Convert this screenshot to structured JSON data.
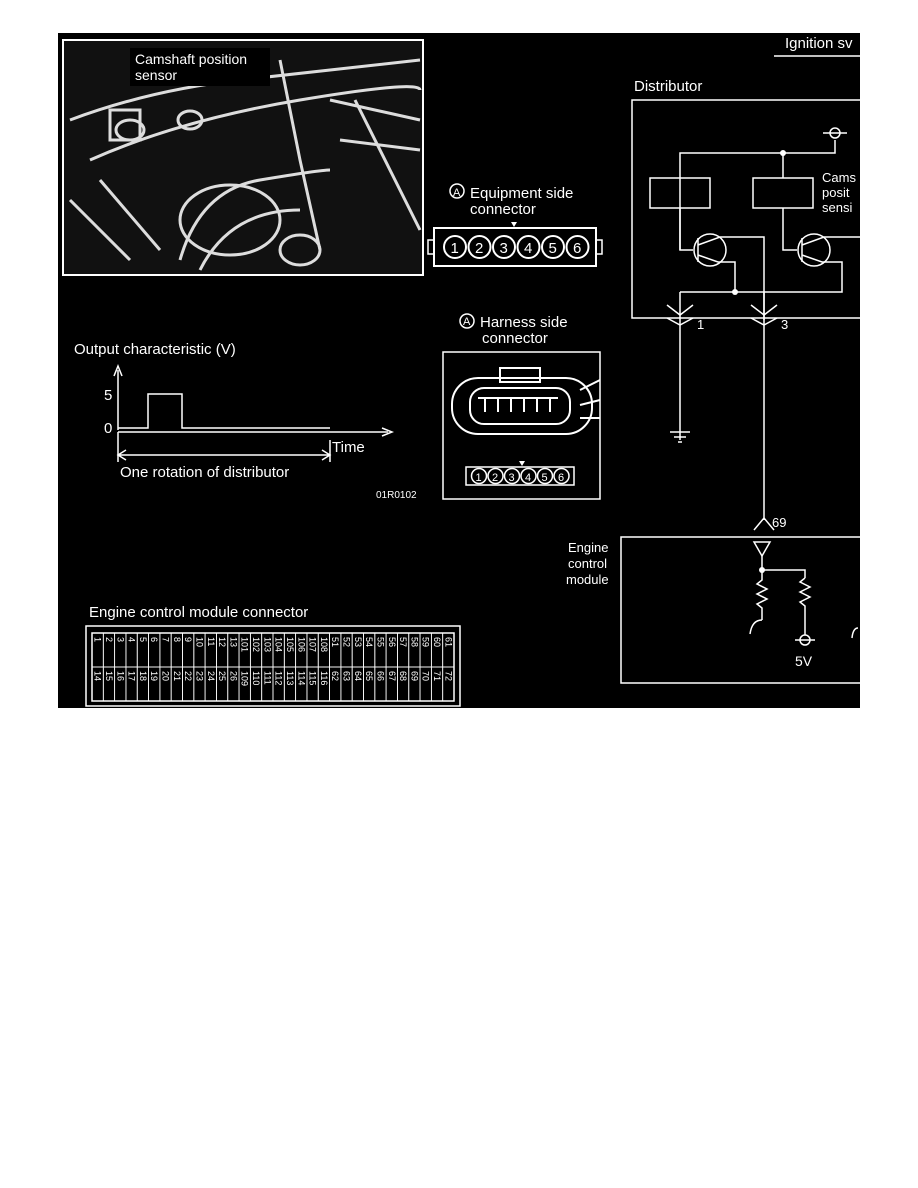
{
  "figure": {
    "photo": {
      "label_line1": "Camshaft position",
      "label_line2": "sensor"
    },
    "equipment_connector": {
      "marker": "A",
      "title_line1": "Equipment side",
      "title_line2": "connector",
      "pins": [
        "1",
        "2",
        "3",
        "4",
        "5",
        "6"
      ]
    },
    "harness_connector": {
      "marker": "A",
      "title_line1": "Harness side",
      "title_line2": "connector",
      "pins": [
        "1",
        "2",
        "3",
        "4",
        "5",
        "6"
      ]
    },
    "output_graph": {
      "title": "Output characteristic (V)",
      "y_high": "5",
      "y_low": "0",
      "x_label": "Time",
      "span_label": "One rotation of distributor"
    },
    "figure_code": "01R0102",
    "ecm_connector": {
      "title": "Engine control module connector",
      "top_row": [
        "1",
        "2",
        "3",
        "4",
        "5",
        "6",
        "7",
        "8",
        "9",
        "10",
        "11",
        "12",
        "13",
        "101",
        "102",
        "103",
        "104",
        "105",
        "106",
        "107",
        "108",
        "51",
        "52",
        "53",
        "54",
        "55",
        "56",
        "57",
        "58",
        "59",
        "60",
        "61"
      ],
      "bottom_row": [
        "14",
        "15",
        "16",
        "17",
        "18",
        "19",
        "20",
        "21",
        "22",
        "23",
        "24",
        "25",
        "26",
        "109",
        "110",
        "111",
        "112",
        "113",
        "114",
        "115",
        "116",
        "62",
        "63",
        "64",
        "65",
        "66",
        "67",
        "68",
        "69",
        "70",
        "71",
        "72"
      ]
    },
    "schematic": {
      "ignition_label": "Ignition sv",
      "distributor_label": "Distributor",
      "sensor_label_line1": "Cams",
      "sensor_label_line2": "posit",
      "sensor_label_line3": "sensi",
      "terminal_1": "1",
      "terminal_3": "3",
      "terminal_69": "69",
      "ecm_label_line1": "Engine",
      "ecm_label_line2": "control",
      "ecm_label_line3": "module",
      "supply_label": "5V"
    }
  }
}
